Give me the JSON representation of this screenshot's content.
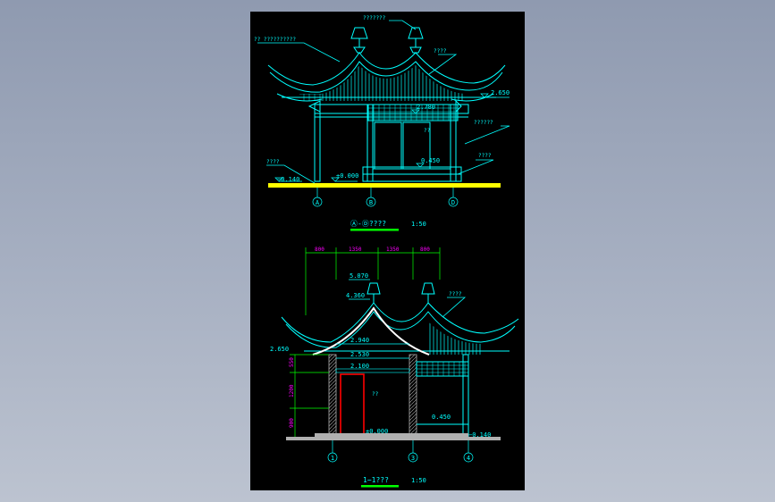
{
  "colors": {
    "background": "#000000",
    "line": "#00ffff",
    "text": "#00ffff",
    "dimension": "#ff00ff",
    "ground": "#ffff00",
    "title_underline": "#00ff00",
    "door": "#ff0000",
    "gray": "#b0b0b0",
    "white": "#ffffff",
    "green": "#00ff00"
  },
  "elevation": {
    "labels": {
      "top_center": "???????",
      "top_left": "?? ??????????",
      "top_right": "????",
      "right_mid": "??????",
      "right_low": "????",
      "left_low": "????",
      "center_small": "??"
    },
    "levels": {
      "eave": "2.650",
      "beam": "2.780",
      "floor": "0.450",
      "ground": "±0.000",
      "base": "−0.140"
    },
    "axes": [
      "A",
      "B",
      "D"
    ],
    "title": "Ⓐ-Ⓓ????",
    "scale": "1:50"
  },
  "section": {
    "dimensions_top": [
      "800",
      "1350",
      "1350",
      "800"
    ],
    "levels": {
      "top": "5.070",
      "ridge": "4.360",
      "l1": "2.940",
      "l2": "2.530",
      "l3": "2.100",
      "eave": "2.650",
      "floor": "0.450",
      "ground": "±0.000",
      "base": "−0.140"
    },
    "dimensions_left": [
      "550",
      "1200",
      "900"
    ],
    "labels": {
      "top_right": "????",
      "door": "??"
    },
    "axes": [
      "1",
      "3",
      "4"
    ],
    "title": "1−1???",
    "scale": "1:50"
  }
}
